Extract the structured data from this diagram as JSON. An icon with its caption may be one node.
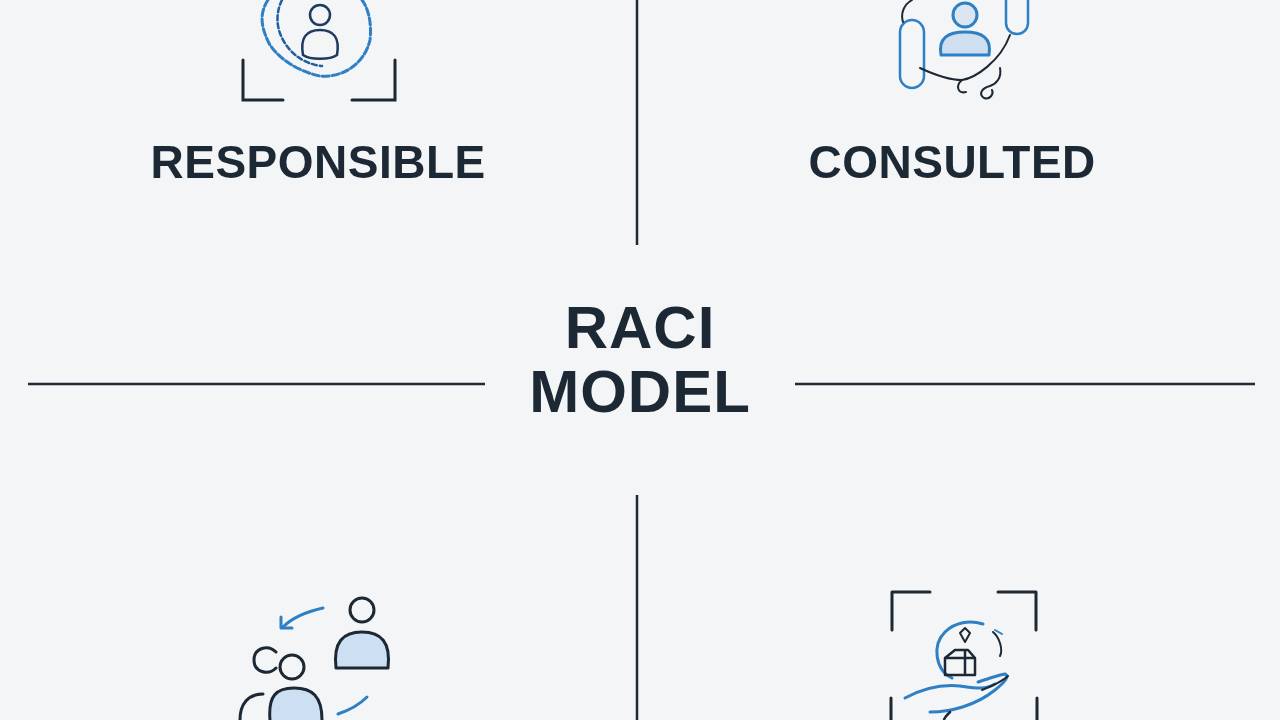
{
  "diagram": {
    "title": "RACI MODEL",
    "labels": [
      "RESPONSIBLE",
      "CONSULTED"
    ]
  }
}
